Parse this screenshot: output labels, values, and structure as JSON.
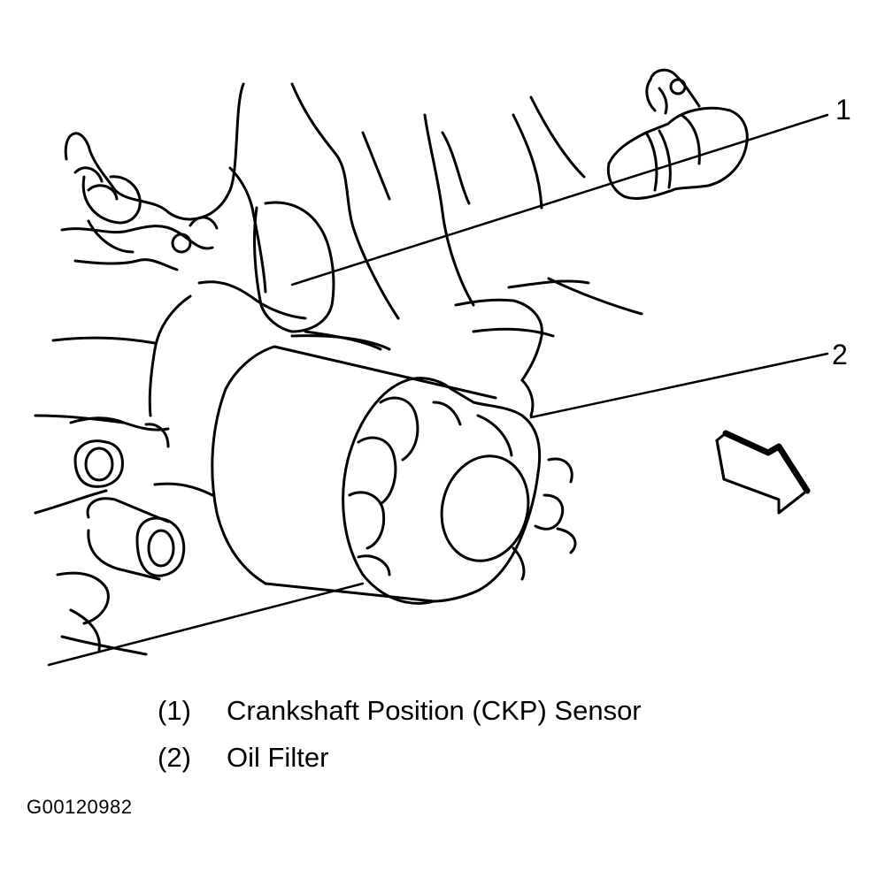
{
  "callouts": [
    {
      "number": "1"
    },
    {
      "number": "2"
    }
  ],
  "legend": [
    {
      "number": "(1)",
      "label": "Crankshaft Position (CKP) Sensor"
    },
    {
      "number": "(2)",
      "label": "Oil Filter"
    }
  ],
  "figure_id": "G00120982",
  "direction_arrow": {
    "icon": "direction-arrow-icon"
  },
  "colors": {
    "line": "#000000",
    "background": "#ffffff"
  }
}
